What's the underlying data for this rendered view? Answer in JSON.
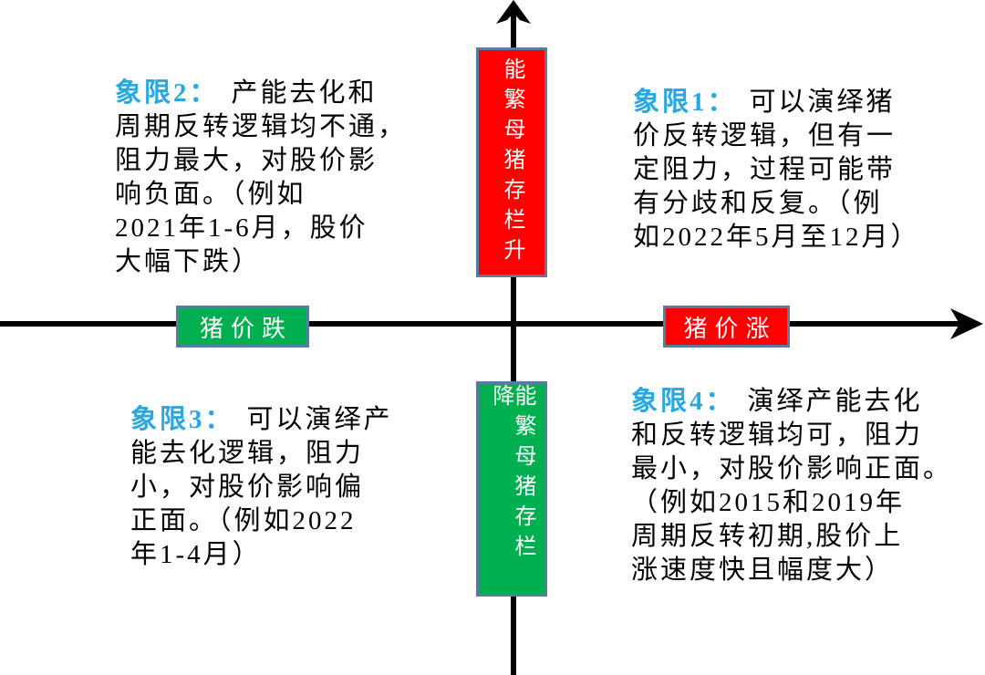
{
  "colors": {
    "accent_blue": "#29A8DF",
    "red": "#FE0000",
    "green": "#00B050",
    "box_border": "#5B7B9E",
    "box_text": "#FFFFFF",
    "axis": "#000000",
    "text": "#000000"
  },
  "axes": {
    "y_top_box": {
      "text": "能繁母猪存栏升",
      "fill": "#FE0000"
    },
    "y_bottom_box": {
      "text": "能繁母猪存栏降",
      "fill": "#00B050"
    },
    "x_left_box": {
      "text": "猪价跌",
      "fill": "#00B050"
    },
    "x_right_box": {
      "text": "猪价涨",
      "fill": "#FE0000"
    }
  },
  "quadrants": {
    "q1": {
      "label": "象限1：",
      "body": "可以演绎猪\n价反转逻辑，但有一\n定阻力，过程可能带\n有分歧和反复。（例\n如2022年5月至12月）"
    },
    "q2": {
      "label": "象限2：",
      "body": "产能去化和\n周期反转逻辑均不通，\n阻力最大，对股价影\n响负面。（例如\n2021年1-6月，股价\n大幅下跌）"
    },
    "q3": {
      "label": "象限3：",
      "body": "可以演绎产\n能去化逻辑，阻力\n小，对股价影响偏\n正面。（例如2022\n年1-4月）"
    },
    "q4": {
      "label": "象限4：",
      "body": "演绎产能去化\n和反转逻辑均可，阻力\n最小，对股价影响正面。\n（例如2015和2019年\n周期反转初期,股价上\n涨速度快且幅度大）"
    }
  }
}
